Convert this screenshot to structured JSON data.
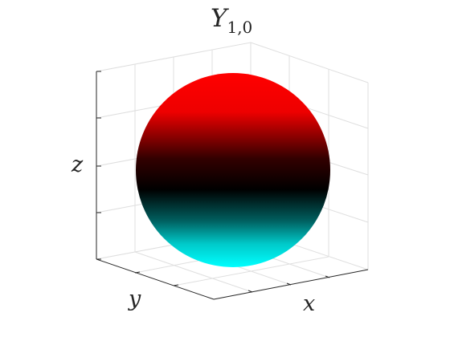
{
  "title": {
    "base": "Y",
    "subscript": "1,0"
  },
  "axes": {
    "x_label": "x",
    "y_label": "y",
    "z_label": "z",
    "box_visible": false,
    "grid": true,
    "ticks_labeled": false
  },
  "surface": {
    "shape": "sphere",
    "colormap": "cyan-black-red",
    "colors": {
      "top": "#ff0000",
      "middle": "#000000",
      "bottom": "#00ffff"
    }
  },
  "colors": {
    "axis_line": "#262626",
    "grid_line": "#dfdfdf",
    "text": "#262626"
  }
}
